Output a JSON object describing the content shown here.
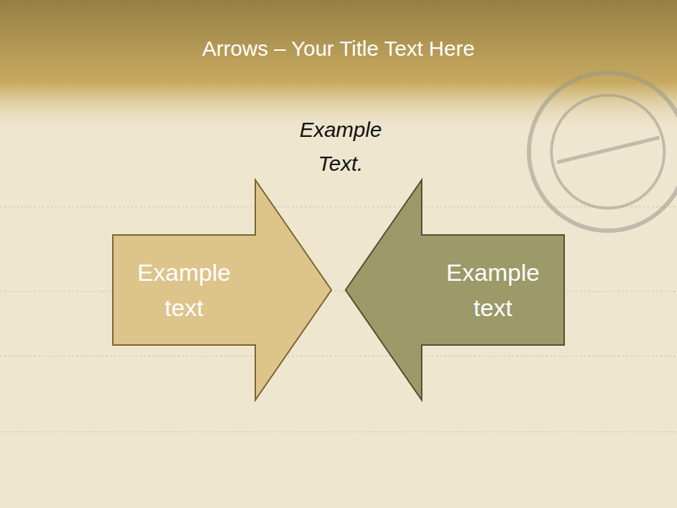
{
  "diagram": {
    "title": "Arrows – Your Title Text Here",
    "nodes": [
      {
        "text": [
          "Example text"
        ]
      },
      {
        "text": [
          "Example text"
        ]
      }
    ],
    "labels": [
      "Example Text."
    ]
  }
}
